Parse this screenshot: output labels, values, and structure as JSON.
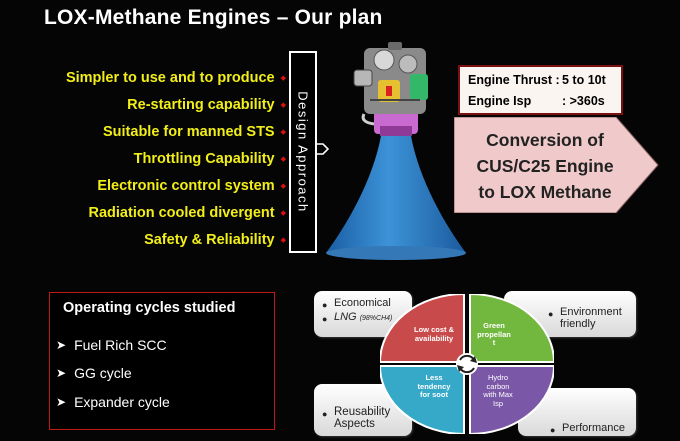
{
  "title": "LOX-Methane Engines – Our plan",
  "features": [
    "Simpler to use and to produce",
    "Re-starting capability",
    "Suitable for manned STS",
    "Throttling Capability",
    "Electronic control system",
    "Radiation cooled divergent",
    "Safety & Reliability"
  ],
  "design_approach_label": "Design Approach",
  "specs": {
    "thrust_label": "Engine Thrust :",
    "thrust_value": "5 to 10t",
    "isp_label": "Engine Isp",
    "isp_value": ":   >360s"
  },
  "conversion": {
    "line1": "Conversion of",
    "line2": "CUS/C25 Engine",
    "line3": "to LOX Methane"
  },
  "cycles": {
    "title": "Operating cycles studied",
    "items": [
      "Fuel Rich SCC",
      "GG cycle",
      "Expander cycle"
    ]
  },
  "attributes": {
    "economical": "Economical",
    "lng": "LNG",
    "lng_note": "(98%CH4)",
    "environment_line1": "Environment",
    "environment_line2": "friendly",
    "reusability_line1": "Reusability",
    "reusability_line2": "Aspects",
    "performance": "Performance"
  },
  "quadrants": {
    "top_left_1": "Low cost &",
    "top_left_2": "availability",
    "top_right_1": "Green",
    "top_right_2": "propellan",
    "top_right_3": "t",
    "bottom_left_1": "Less",
    "bottom_left_2": "tendency",
    "bottom_left_3": "for soot",
    "bottom_right_1": "Hydro",
    "bottom_right_2": "carbon",
    "bottom_right_3": "with Max",
    "bottom_right_4": "Isp"
  },
  "colors": {
    "feature_text": "#f2ef18",
    "bullet": "#e01010",
    "nozzle": "#2e7fc8",
    "quad_red": "#c94a4a",
    "quad_green": "#72b83e",
    "quad_blue": "#36a9c9",
    "quad_purple": "#7b57a8",
    "arrow_fill": "#f0caca"
  }
}
